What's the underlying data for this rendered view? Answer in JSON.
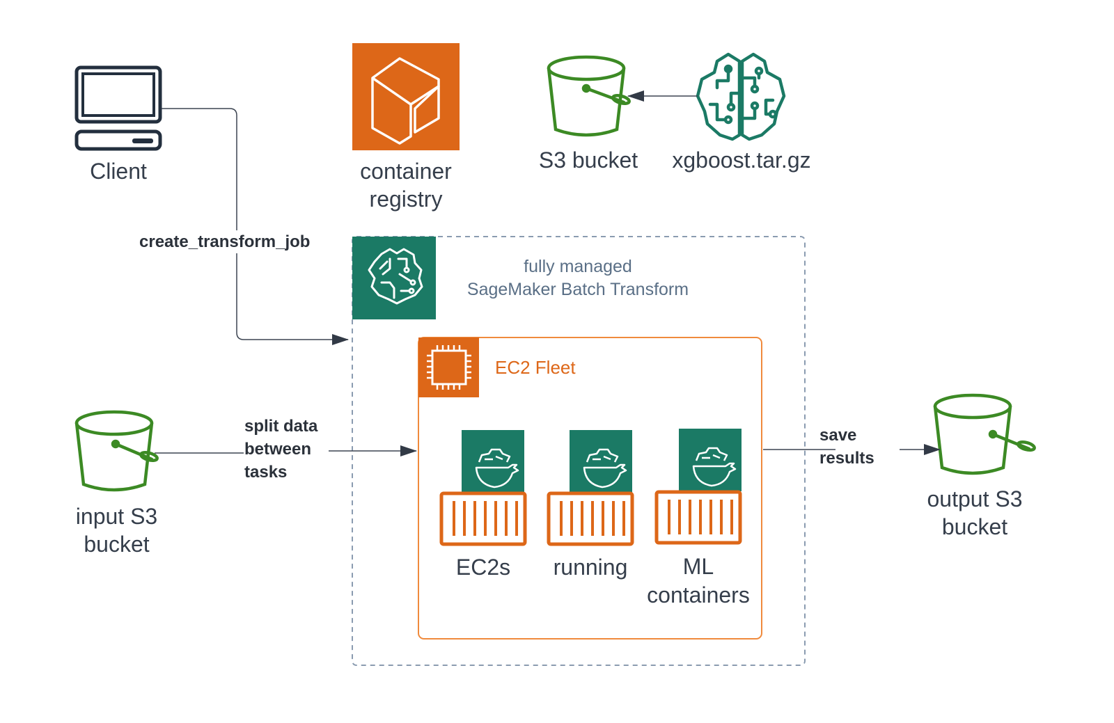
{
  "diagram": {
    "title": "SageMaker Batch Transform architecture",
    "colors": {
      "text": "#353e4b",
      "edge": "#3b4350",
      "s3_green": "#3c8a24",
      "sagemaker_teal": "#1b7a65",
      "compute_orange": "#dd6718",
      "group_border": "#8a9bb0"
    },
    "nodes": {
      "client": {
        "label": "Client",
        "icon": "desktop-computer-icon"
      },
      "container_registry": {
        "label_line1": "container",
        "label_line2": "registry",
        "icon": "ecr-registry-icon"
      },
      "model_bucket": {
        "label": "S3 bucket",
        "icon": "s3-bucket-icon"
      },
      "model_artifact": {
        "label": "xgboost.tar.gz",
        "icon": "ml-brain-icon"
      },
      "input_bucket": {
        "label_line1": "input S3",
        "label_line2": "bucket",
        "icon": "s3-bucket-icon"
      },
      "output_bucket": {
        "label_line1": "output S3",
        "label_line2": "bucket",
        "icon": "s3-bucket-icon"
      }
    },
    "sagemaker_group": {
      "title_line1": "fully managed",
      "title_line2": "SageMaker Batch Transform",
      "icon": "sagemaker-icon"
    },
    "ec2_fleet": {
      "title": "EC2 Fleet",
      "icon": "ec2-chip-icon",
      "containers": [
        {
          "caption_line1": "EC2s",
          "caption_line2": ""
        },
        {
          "caption_line1": "running",
          "caption_line2": ""
        },
        {
          "caption_line1": "ML",
          "caption_line2": "containers"
        }
      ]
    },
    "edges": [
      {
        "from": "client",
        "to": "sagemaker_group",
        "label": "create_transform_job"
      },
      {
        "from": "model_artifact",
        "to": "model_bucket",
        "label": ""
      },
      {
        "from": "input_bucket",
        "to": "ec2_fleet",
        "label_line1": "split data",
        "label_line2": "between",
        "label_line3": "tasks"
      },
      {
        "from": "ec2_fleet",
        "to": "output_bucket",
        "label_line1": "save",
        "label_line2": "results"
      }
    ]
  }
}
